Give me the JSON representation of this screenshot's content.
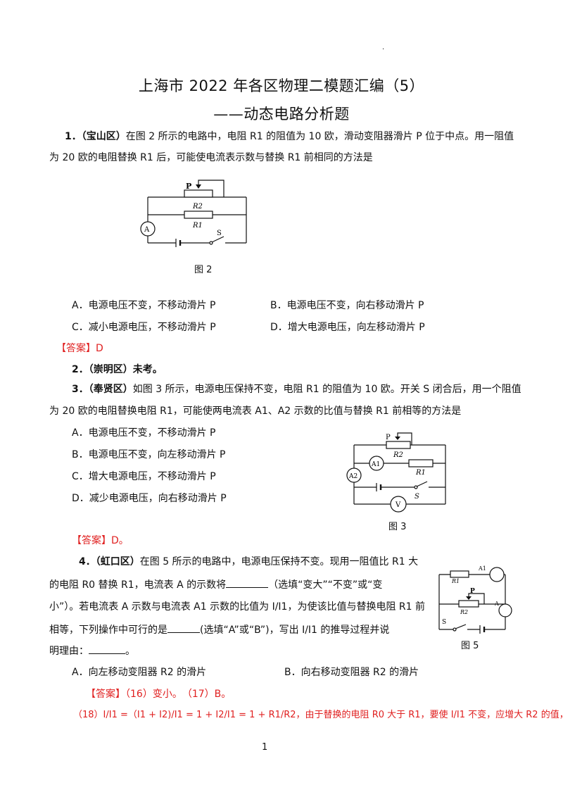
{
  "header": {
    "dot": ".",
    "title_line1": "上海市 2022 年各区物理二模题汇编（5）",
    "title_line2": "——动态电路分析题"
  },
  "q1": {
    "line1_prefix": "1．",
    "line1_district": "（宝山区）",
    "line1_text": "在图 2 所示的电路中，电阻 R1 的阻值为 10 欧，滑动变阻器滑片 P 位于中点。用一阻值",
    "line2_text": "为 20 欧的电阻替换 R1 后，可能使电流表示数与替换 R1 前相同的方法是",
    "figure_caption": "图 2",
    "fig_labels": {
      "p": "P",
      "r2": "R2",
      "r1": "R1",
      "s": "S",
      "a": "A"
    },
    "options": [
      "A．电源电压不变，不移动滑片 P",
      "B．电源电压不变，向右移动滑片 P",
      "C．减小电源电压，不移动滑片 P",
      "D．增大电源电压，向左移动滑片 P"
    ],
    "answer": "【答案】D"
  },
  "q2": {
    "text": "2．（崇明区）未考。"
  },
  "q3": {
    "prefix": "3．",
    "district": "（奉贤区）",
    "line1_text": "如图 3 所示，电源电压保持不变，电阻 R1 的阻值为 10 欧。开关 S 闭合后，用一个阻值",
    "line2_text": "为 20 欧的电阻替换电阻 R1，可能使两电流表 A1、A2 示数的比值与替换 R1 前相等的方法是",
    "options": [
      "A．电源电压不变，不移动滑片 P",
      "B．电源电压不变，向左移动滑片 P",
      "C．增大电源电压，不移动滑片 P",
      "D．减少电源电压，向右移动滑片 P"
    ],
    "figure_caption": "图 3",
    "fig_labels": {
      "p": "P",
      "r2": "R2",
      "r1": "R1",
      "a1": "A1",
      "a2": "A2",
      "s": "S",
      "v": "V"
    },
    "answer": "【答案】D。"
  },
  "q4": {
    "prefix": "4．",
    "district": "（虹口区）",
    "line1_text": "在图 5 所示的电路中，电源电压保持不变。现用一阻值比 R1 大",
    "line2_a": "的电阻 R0 替换 R1，电流表 A 的示数将",
    "line2_b": "（选填“变大”“不变”或“变",
    "line3": "小”）。若电流表 A 示数与电流表 A1 示数的比值为 I/I1，为使该比值与替换电阻 R1 前",
    "line4_a": "相等，下列操作中可行的是",
    "line4_b": "(选填“A”或“B”)，写出 I/I1 的推导过程并说",
    "line5_a": "明理由：",
    "line5_b": "。",
    "options": [
      "A．向左移动变阻器 R2 的滑片",
      "B．向右移动变阻器 R2 的滑片"
    ],
    "figure_caption": "图 5",
    "fig_labels": {
      "r1": "R1",
      "a1": "A1",
      "p": "P",
      "r2": "R2",
      "a": "A",
      "s": "S"
    },
    "answer": "【答案】（16）变小。　（17）B。",
    "answer_18": "（18）I/I1 =（I1 + I2)/I1 = 1 + I2/I1 = 1 + R1/R2，由于替换的电阻 R0 大于 R1，要使 I/I1 不变，应增大 R2 的值，"
  },
  "footer": {
    "page_number": "1"
  }
}
